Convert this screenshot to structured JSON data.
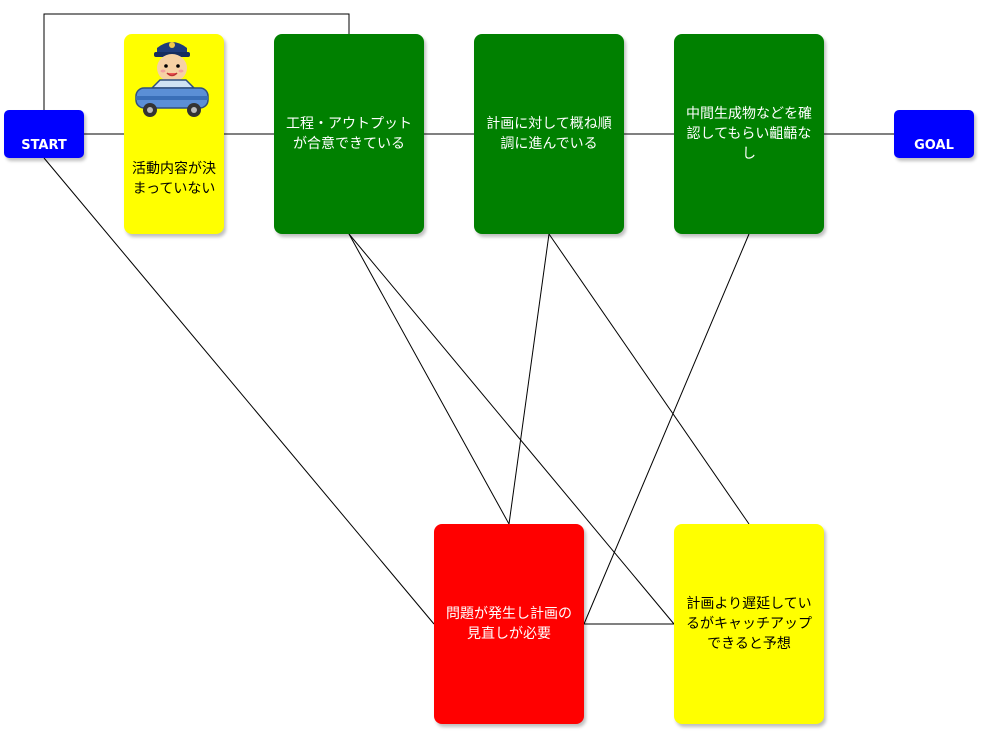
{
  "colors": {
    "terminal": "#0000ff",
    "green": "#008000",
    "yellow": "#ffff00",
    "red": "#ff0000",
    "edge": "#000000"
  },
  "nodes": {
    "start": {
      "label": "START"
    },
    "goal": {
      "label": "GOAL"
    },
    "undecided": {
      "label": "活動内容が決まっていない",
      "icon": "police-car-icon"
    },
    "agreed": {
      "label": "工程・アウトプットが合意できている"
    },
    "on_track": {
      "label": "計画に対して概ね順調に進んでいる"
    },
    "confirmed": {
      "label": "中間生成物などを確認してもらい齟齬なし"
    },
    "problem": {
      "label": "問題が発生し計画の見直しが必要"
    },
    "delay": {
      "label": "計画より遅延しているがキャッチアップできると予想"
    }
  },
  "edges": [
    {
      "from": "start",
      "to": "undecided"
    },
    {
      "from": "undecided",
      "to": "agreed"
    },
    {
      "from": "agreed",
      "to": "on_track"
    },
    {
      "from": "on_track",
      "to": "confirmed"
    },
    {
      "from": "confirmed",
      "to": "goal"
    },
    {
      "from": "start",
      "to": "agreed",
      "route": "over-top"
    },
    {
      "from": "start",
      "to": "problem"
    },
    {
      "from": "agreed",
      "to": "problem"
    },
    {
      "from": "agreed",
      "to": "delay"
    },
    {
      "from": "on_track",
      "to": "problem"
    },
    {
      "from": "on_track",
      "to": "delay"
    },
    {
      "from": "confirmed",
      "to": "problem"
    },
    {
      "from": "problem",
      "to": "delay"
    }
  ]
}
